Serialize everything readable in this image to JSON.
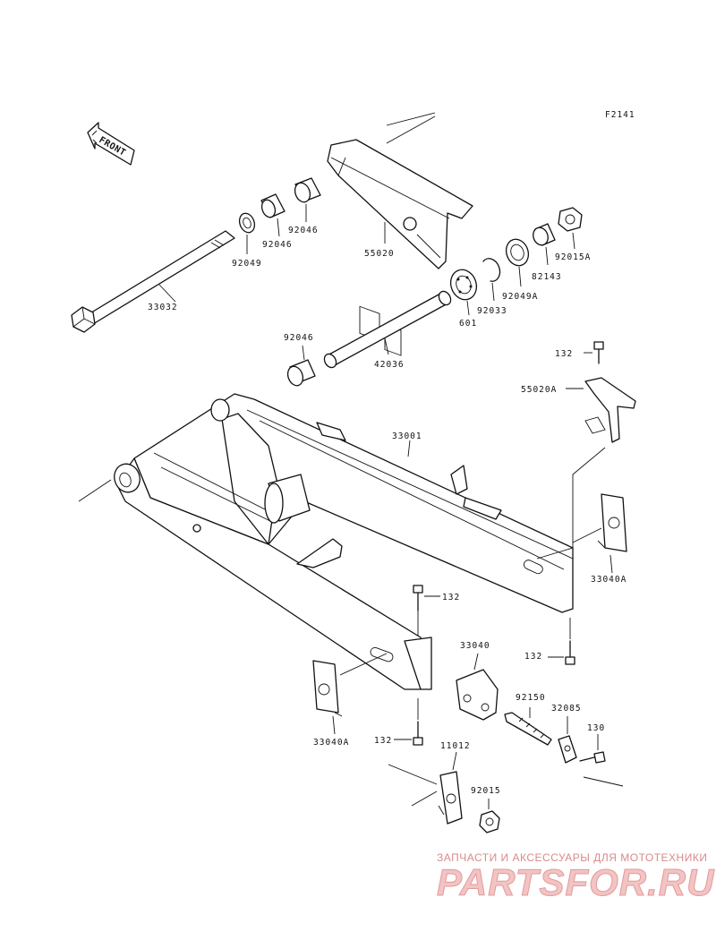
{
  "diagram": {
    "code": "F2141",
    "front_label": "FRONT",
    "part_labels": {
      "33032": "33032",
      "92049": "92049",
      "92046_a": "92046",
      "92046_b": "92046",
      "92046_c": "92046",
      "55020": "55020",
      "601": "601",
      "92033": "92033",
      "92049A": "92049A",
      "82143": "82143",
      "92015A": "92015A",
      "42036": "42036",
      "132_a": "132",
      "55020A": "55020A",
      "33001": "33001",
      "33040A_r": "33040A",
      "132_b": "132",
      "132_c": "132",
      "33040": "33040",
      "92150": "92150",
      "32085": "32085",
      "130": "130",
      "33040A_l": "33040A",
      "132_d": "132",
      "11012": "11012",
      "92015": "92015"
    }
  },
  "watermark": {
    "tagline": "ЗАПЧАСТИ И АКСЕССУАРЫ ДЛЯ МОТОТЕХНИКИ",
    "logo_text": "PARTSFOR.RU"
  }
}
